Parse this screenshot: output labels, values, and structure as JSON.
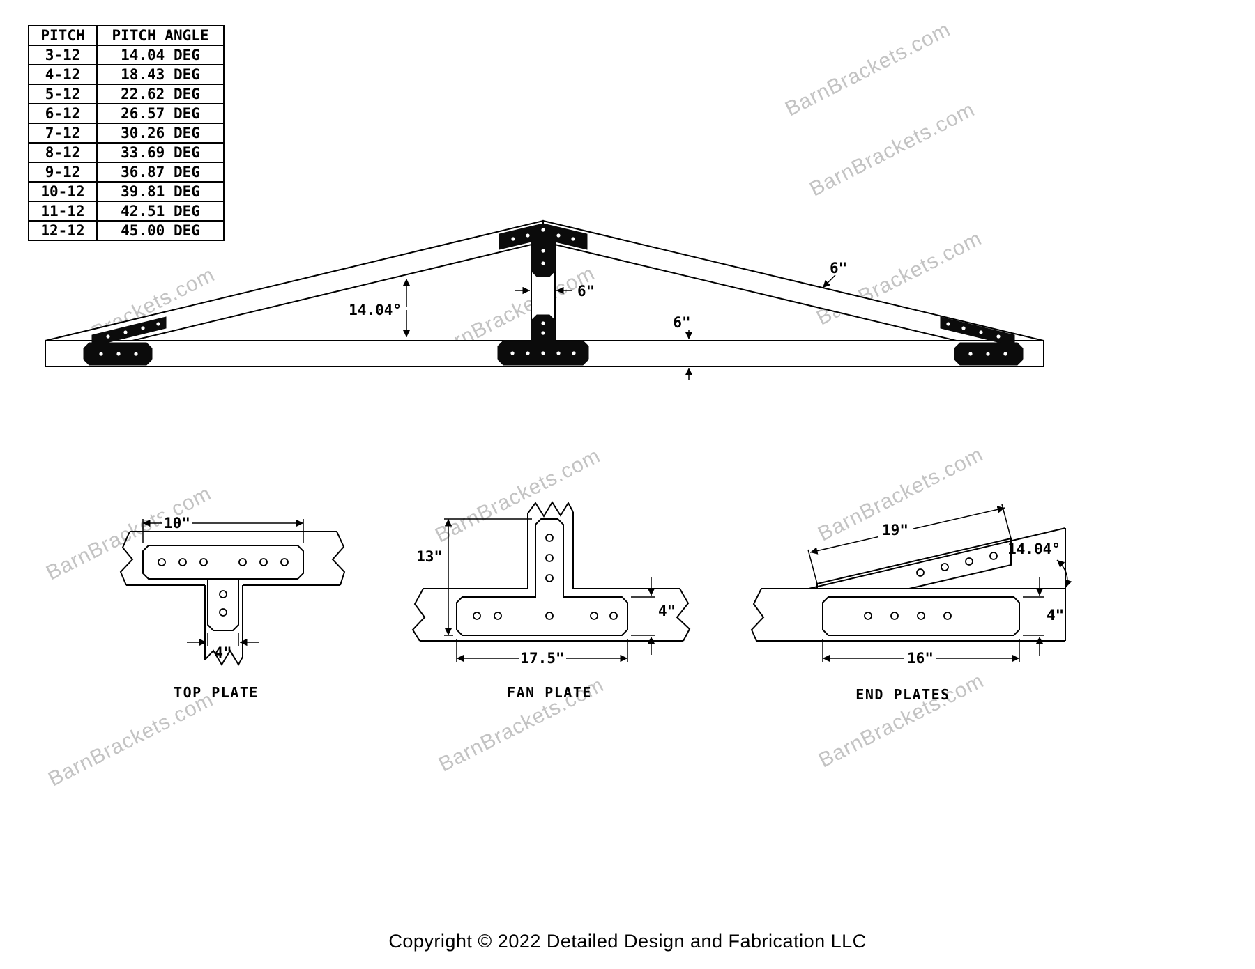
{
  "watermark_text": "BarnBrackets.com",
  "copyright": "Copyright © 2022 Detailed Design and Fabrication LLC",
  "pitch_table": {
    "headers": [
      "PITCH",
      "PITCH ANGLE"
    ],
    "rows": [
      {
        "pitch": "3-12",
        "angle": "14.04 DEG"
      },
      {
        "pitch": "4-12",
        "angle": "18.43 DEG"
      },
      {
        "pitch": "5-12",
        "angle": "22.62 DEG"
      },
      {
        "pitch": "6-12",
        "angle": "26.57 DEG"
      },
      {
        "pitch": "7-12",
        "angle": "30.26 DEG"
      },
      {
        "pitch": "8-12",
        "angle": "33.69 DEG"
      },
      {
        "pitch": "9-12",
        "angle": "36.87 DEG"
      },
      {
        "pitch": "10-12",
        "angle": "39.81 DEG"
      },
      {
        "pitch": "11-12",
        "angle": "42.51 DEG"
      },
      {
        "pitch": "12-12",
        "angle": "45.00 DEG"
      }
    ]
  },
  "truss": {
    "king_post_width": "6\"",
    "pitch_angle": "14.04°",
    "rafter_depth": "6\"",
    "chord_depth": "6\""
  },
  "top_plate": {
    "label": "TOP PLATE",
    "bar_length": "10\"",
    "leg_width": "4\""
  },
  "fan_plate": {
    "label": "FAN PLATE",
    "height": "13\"",
    "bar_height": "4\"",
    "bar_length": "17.5\""
  },
  "end_plates": {
    "label": "END PLATES",
    "top_plate_length": "19\"",
    "angle": "14.04°",
    "plate_height": "4\"",
    "bottom_plate_length": "16\""
  },
  "colors": {
    "line": "#000000",
    "bracket_fill": "#0b0b0b",
    "watermark": "#c3c3c3"
  }
}
